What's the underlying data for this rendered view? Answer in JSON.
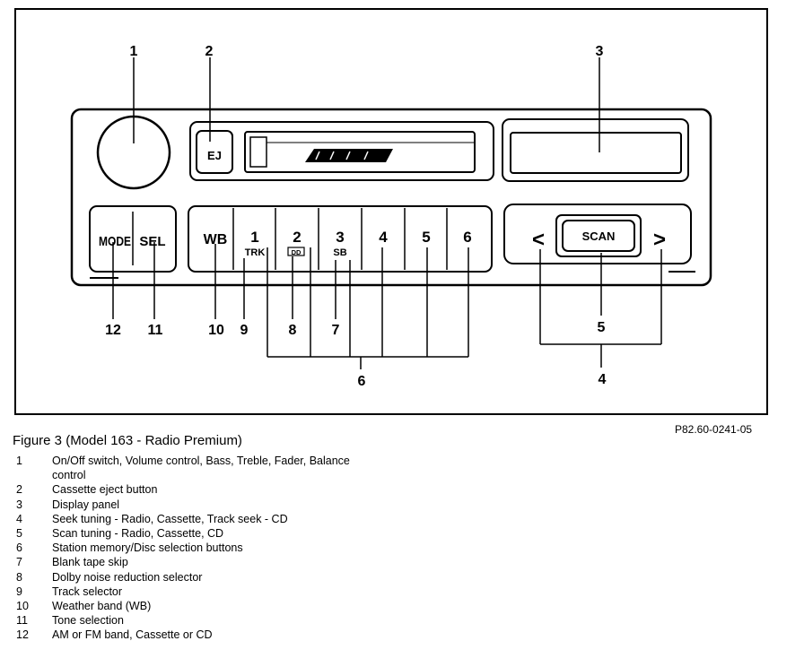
{
  "buttons": {
    "eject": "EJ",
    "mode": "MODE",
    "sel": "SEL",
    "wb": "WB",
    "presets": [
      "1",
      "2",
      "3",
      "4",
      "5",
      "6"
    ],
    "trk": "TRK",
    "dolby": "DD",
    "sb": "SB",
    "scan": "SCAN",
    "seek_left": "<",
    "seek_right": ">"
  },
  "callouts": {
    "c1": "1",
    "c2": "2",
    "c3": "3",
    "c4": "4",
    "c5": "5",
    "c6": "6",
    "c7": "7",
    "c8": "8",
    "c9": "9",
    "c10": "10",
    "c11": "11",
    "c12": "12"
  },
  "reference_code": "P82.60-0241-05",
  "caption": "Figure 3 (Model 163 - Radio Premium)",
  "legend": [
    {
      "num": "1",
      "text": "On/Off switch, Volume control, Bass, Treble, Fader, Balance control"
    },
    {
      "num": "2",
      "text": "Cassette eject button"
    },
    {
      "num": "3",
      "text": "Display panel"
    },
    {
      "num": "4",
      "text": "Seek tuning - Radio, Cassette, Track seek - CD"
    },
    {
      "num": "5",
      "text": "Scan tuning - Radio, Cassette, CD"
    },
    {
      "num": "6",
      "text": "Station memory/Disc selection buttons"
    },
    {
      "num": "7",
      "text": "Blank tape skip"
    },
    {
      "num": "8",
      "text": "Dolby noise reduction selector"
    },
    {
      "num": "9",
      "text": "Track selector"
    },
    {
      "num": "10",
      "text": "Weather band (WB)"
    },
    {
      "num": "11",
      "text": "Tone selection"
    },
    {
      "num": "12",
      "text": "AM or FM band, Cassette or CD"
    }
  ]
}
